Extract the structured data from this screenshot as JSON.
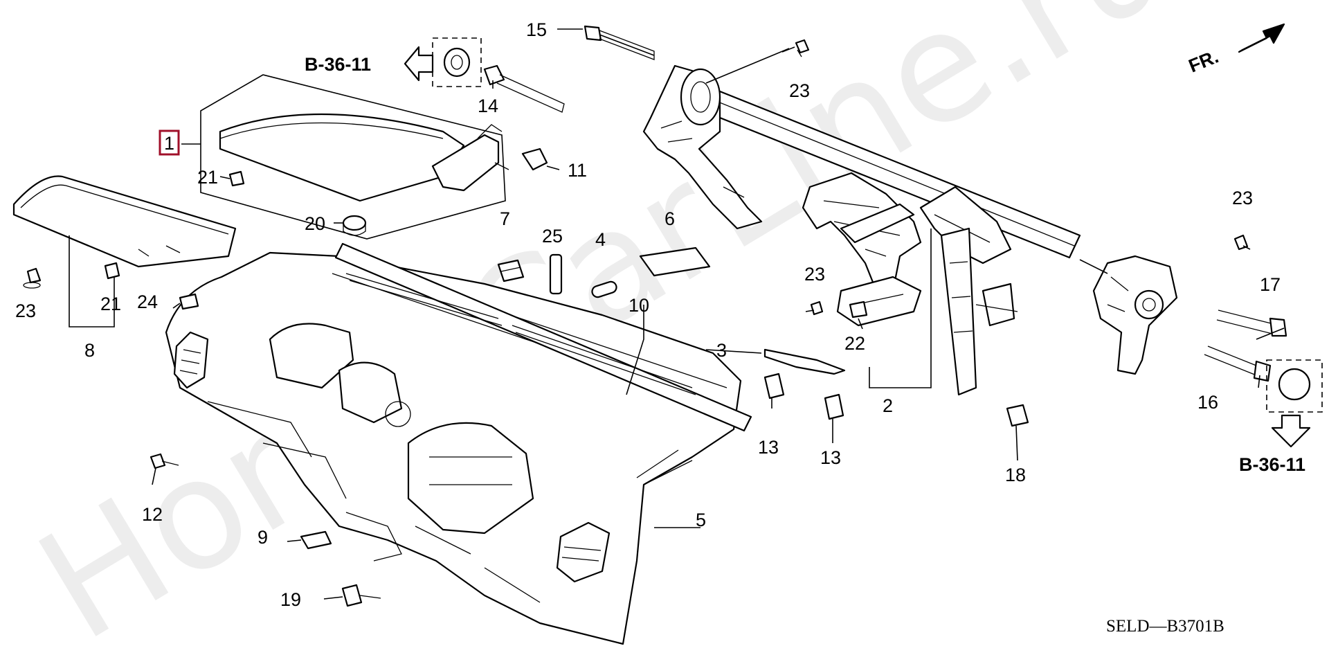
{
  "diagram": {
    "watermark": "HondaCarLine.ru",
    "sheet_code": "SELD—B3701B",
    "direction_label": "FR.",
    "references": [
      "B-36-11",
      "B-36-11"
    ],
    "highlight_color": "#a0102a",
    "callouts": [
      {
        "id": "c1",
        "label": "1"
      },
      {
        "id": "c2",
        "label": "2"
      },
      {
        "id": "c3",
        "label": "3"
      },
      {
        "id": "c4",
        "label": "4"
      },
      {
        "id": "c5",
        "label": "5"
      },
      {
        "id": "c6",
        "label": "6"
      },
      {
        "id": "c7",
        "label": "7"
      },
      {
        "id": "c8",
        "label": "8"
      },
      {
        "id": "c9",
        "label": "9"
      },
      {
        "id": "c10",
        "label": "10"
      },
      {
        "id": "c11",
        "label": "11"
      },
      {
        "id": "c12",
        "label": "12"
      },
      {
        "id": "c13a",
        "label": "13"
      },
      {
        "id": "c13b",
        "label": "13"
      },
      {
        "id": "c14",
        "label": "14"
      },
      {
        "id": "c15",
        "label": "15"
      },
      {
        "id": "c16",
        "label": "16"
      },
      {
        "id": "c17",
        "label": "17"
      },
      {
        "id": "c18",
        "label": "18"
      },
      {
        "id": "c19",
        "label": "19"
      },
      {
        "id": "c20",
        "label": "20"
      },
      {
        "id": "c21a",
        "label": "21"
      },
      {
        "id": "c21b",
        "label": "21"
      },
      {
        "id": "c22",
        "label": "22"
      },
      {
        "id": "c23a",
        "label": "23"
      },
      {
        "id": "c23b",
        "label": "23"
      },
      {
        "id": "c23c",
        "label": "23"
      },
      {
        "id": "c23d",
        "label": "23"
      },
      {
        "id": "c24",
        "label": "24"
      },
      {
        "id": "c25",
        "label": "25"
      }
    ]
  }
}
